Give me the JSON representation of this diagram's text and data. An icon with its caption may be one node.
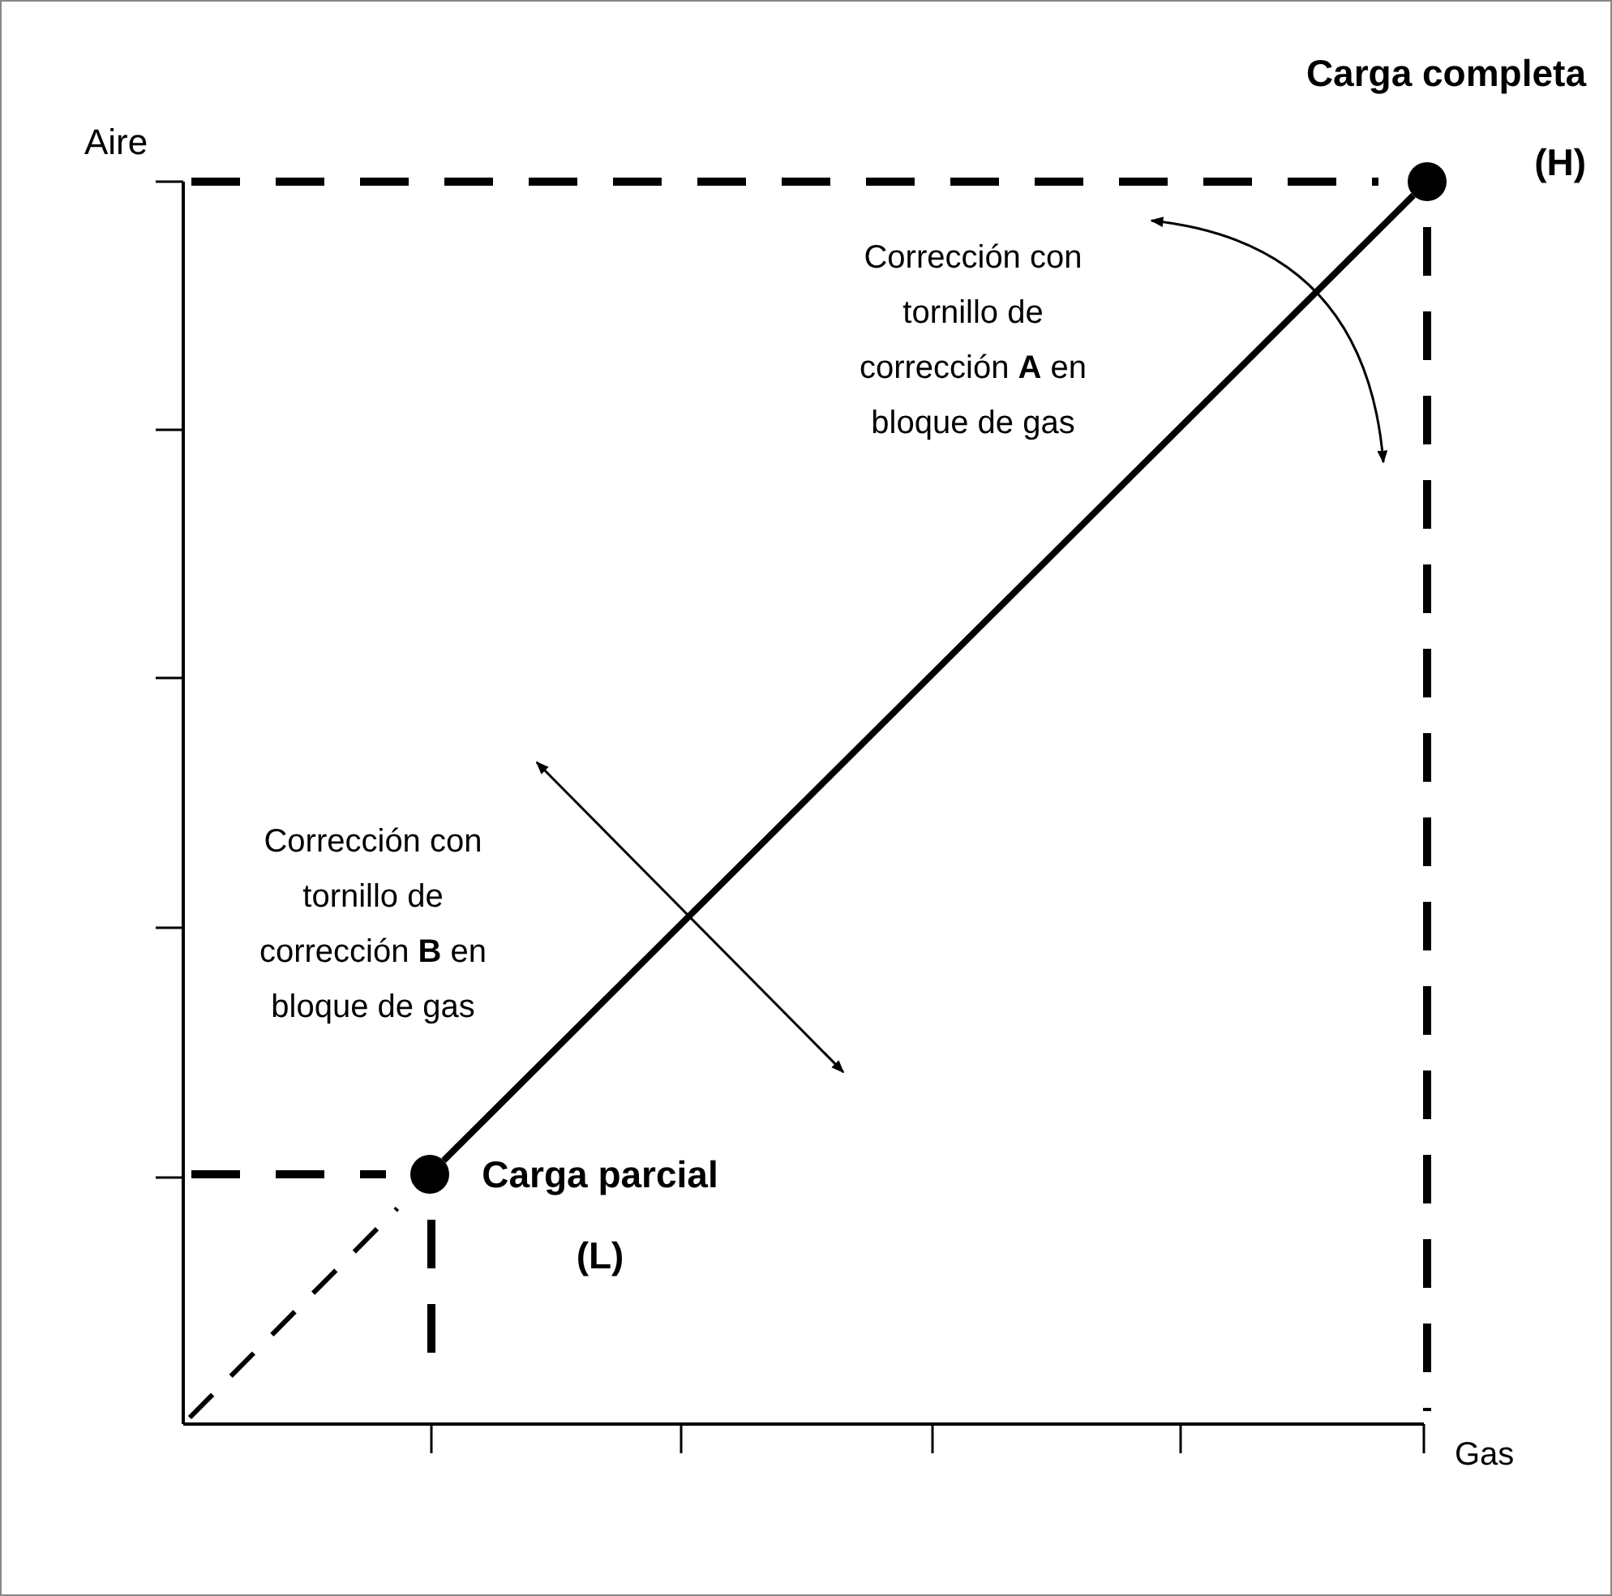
{
  "diagram": {
    "nodes": [
      {
        "text": [],
        "shape": "circle",
        "beside": [
          "Carga completa (H)"
        ]
      },
      {
        "text": [],
        "shape": "circle",
        "beside": [
          "Carga parcial (L)"
        ]
      }
    ],
    "edges": [
      {
        "from": 1,
        "to": 0,
        "arrow": "none"
      }
    ],
    "labels": [
      "Aire",
      "Corrección con tornillo de corrección **A** en bloque de gas",
      "Corrección con tornillo de corrección **B** en bloque de gas",
      "Gas"
    ]
  }
}
